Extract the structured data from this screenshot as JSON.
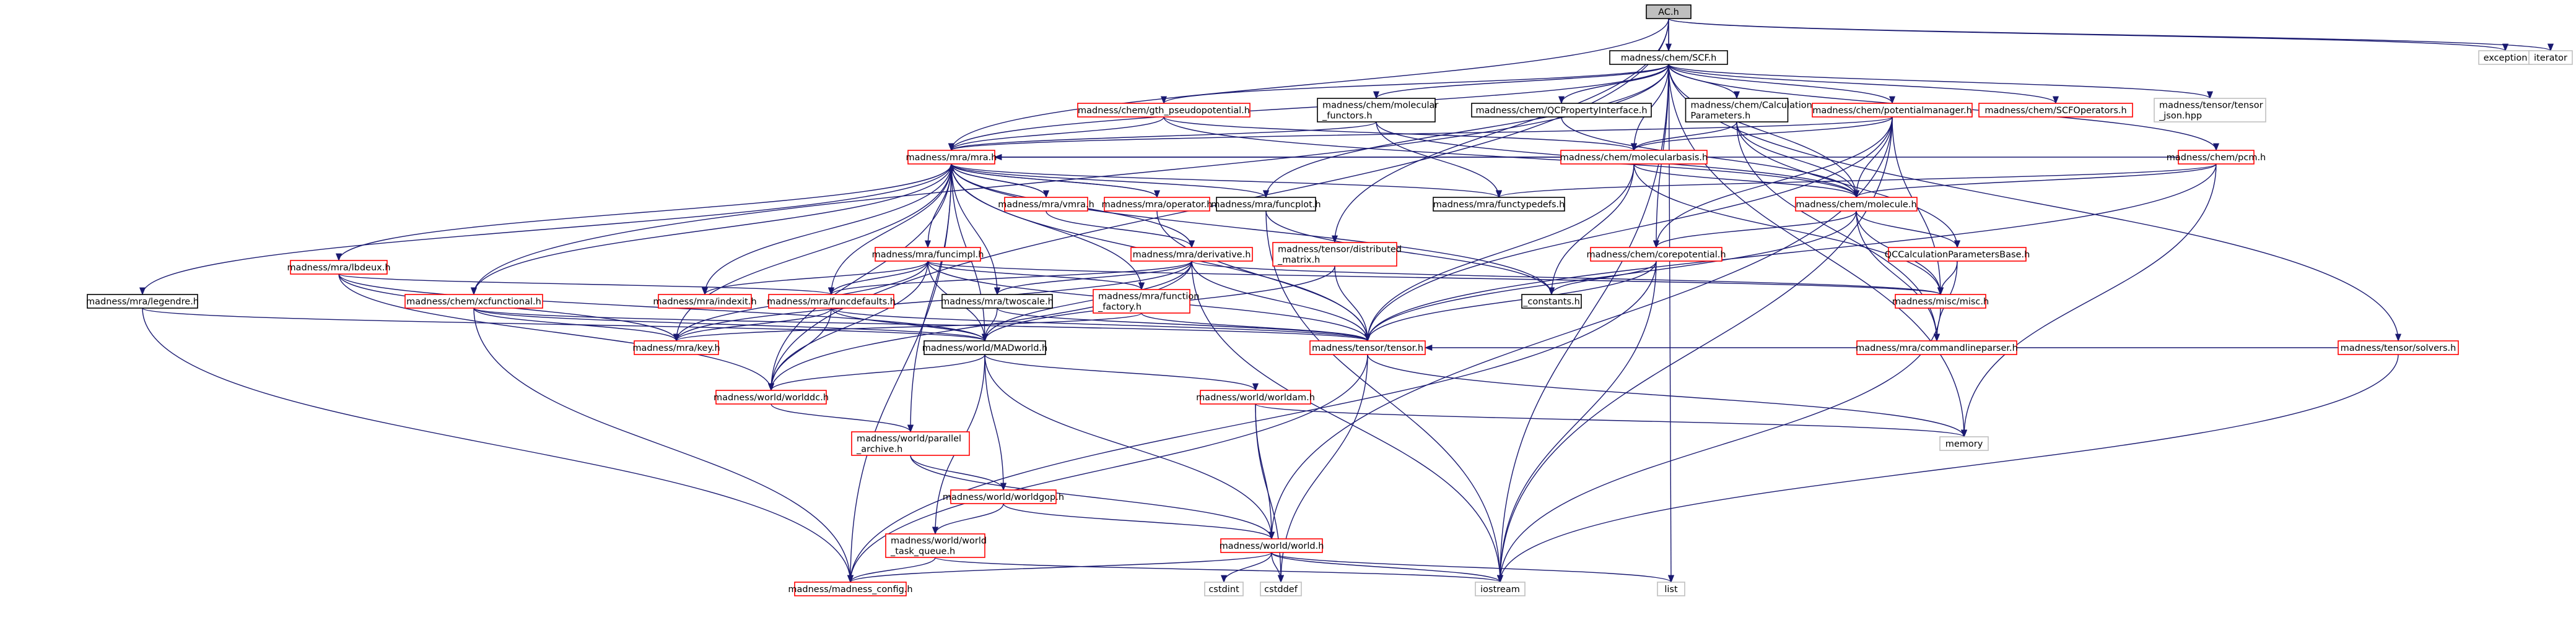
{
  "colors": {
    "edge": "#191970",
    "root_fill": "#bfbfbf",
    "root_border": "#000000",
    "linked_border": "#ff0000",
    "plain_border": "#000000",
    "external_border": "#bfbfbf",
    "text": "#000000"
  },
  "nodes": [
    {
      "id": "root",
      "kind": "root",
      "lines": [
        "AC.h"
      ]
    },
    {
      "id": "scf",
      "kind": "plain",
      "lines": [
        "madness/chem/SCF.h"
      ]
    },
    {
      "id": "exception",
      "kind": "external",
      "lines": [
        "exception"
      ]
    },
    {
      "id": "iterator",
      "kind": "external",
      "lines": [
        "iterator"
      ]
    },
    {
      "id": "gth",
      "kind": "linked",
      "lines": [
        "madness/chem/gth_pseudopotential.h"
      ]
    },
    {
      "id": "molfun",
      "kind": "plain",
      "lines": [
        "madness/chem/molecular",
        "_functors.h"
      ]
    },
    {
      "id": "qcprop",
      "kind": "plain",
      "lines": [
        "madness/chem/QCPropertyInterface.h"
      ]
    },
    {
      "id": "calcparam",
      "kind": "plain",
      "lines": [
        "madness/chem/Calculation",
        "Parameters.h"
      ]
    },
    {
      "id": "potman",
      "kind": "linked",
      "lines": [
        "madness/chem/potentialmanager.h"
      ]
    },
    {
      "id": "scfops",
      "kind": "linked",
      "lines": [
        "madness/chem/SCFOperators.h"
      ]
    },
    {
      "id": "tjson",
      "kind": "external",
      "lines": [
        "madness/tensor/tensor",
        "_json.hpp"
      ]
    },
    {
      "id": "mra",
      "kind": "linked",
      "lines": [
        "madness/mra/mra.h"
      ]
    },
    {
      "id": "molbasis",
      "kind": "linked",
      "lines": [
        "madness/chem/molecularbasis.h"
      ]
    },
    {
      "id": "pcm",
      "kind": "linked",
      "lines": [
        "madness/chem/pcm.h"
      ]
    },
    {
      "id": "vmra",
      "kind": "linked",
      "lines": [
        "madness/mra/vmra.h"
      ]
    },
    {
      "id": "operator",
      "kind": "linked",
      "lines": [
        "madness/mra/operator.h"
      ]
    },
    {
      "id": "funcplot",
      "kind": "plain",
      "lines": [
        "madness/mra/funcplot.h"
      ]
    },
    {
      "id": "functypedefs",
      "kind": "plain",
      "lines": [
        "madness/mra/functypedefs.h"
      ]
    },
    {
      "id": "molecule",
      "kind": "linked",
      "lines": [
        "madness/chem/molecule.h"
      ]
    },
    {
      "id": "tdm",
      "kind": "linked",
      "lines": [
        "madness/tensor/distributed",
        "_matrix.h"
      ]
    },
    {
      "id": "derivative",
      "kind": "linked",
      "lines": [
        "madness/mra/derivative.h"
      ]
    },
    {
      "id": "corepot",
      "kind": "linked",
      "lines": [
        "madness/chem/corepotential.h"
      ]
    },
    {
      "id": "qcbase",
      "kind": "linked",
      "lines": [
        "QCCalculationParametersBase.h"
      ]
    },
    {
      "id": "lbdeux",
      "kind": "linked",
      "lines": [
        "madness/mra/lbdeux.h"
      ]
    },
    {
      "id": "funcimpl",
      "kind": "linked",
      "lines": [
        "madness/mra/funcimpl.h"
      ]
    },
    {
      "id": "constants",
      "kind": "plain",
      "lines": [
        "_constants.h"
      ]
    },
    {
      "id": "misc",
      "kind": "linked",
      "lines": [
        "madness/misc/misc.h"
      ]
    },
    {
      "id": "legendre",
      "kind": "plain",
      "lines": [
        "madness/mra/legendre.h"
      ]
    },
    {
      "id": "xcfun",
      "kind": "linked",
      "lines": [
        "madness/chem/xcfunctional.h"
      ]
    },
    {
      "id": "indexit",
      "kind": "linked",
      "lines": [
        "madness/mra/indexit.h"
      ]
    },
    {
      "id": "funcdefaults",
      "kind": "linked",
      "lines": [
        "madness/mra/funcdefaults.h"
      ]
    },
    {
      "id": "twoscale",
      "kind": "plain",
      "lines": [
        "madness/mra/twoscale.h"
      ]
    },
    {
      "id": "funcfactory",
      "kind": "linked",
      "lines": [
        "madness/mra/function",
        "_factory.h"
      ]
    },
    {
      "id": "cmdparser",
      "kind": "linked",
      "lines": [
        "madness/mra/commandlineparser.h"
      ]
    },
    {
      "id": "tsolvers",
      "kind": "linked",
      "lines": [
        "madness/tensor/solvers.h"
      ]
    },
    {
      "id": "tensor",
      "kind": "linked",
      "lines": [
        "madness/tensor/tensor.h"
      ]
    },
    {
      "id": "key",
      "kind": "linked",
      "lines": [
        "madness/mra/key.h"
      ]
    },
    {
      "id": "madworld",
      "kind": "plain",
      "lines": [
        "madness/world/MADworld.h"
      ]
    },
    {
      "id": "worlddc",
      "kind": "linked",
      "lines": [
        "madness/world/worlddc.h"
      ]
    },
    {
      "id": "worldam",
      "kind": "linked",
      "lines": [
        "madness/world/worldam.h"
      ]
    },
    {
      "id": "memory",
      "kind": "external",
      "lines": [
        "memory"
      ]
    },
    {
      "id": "parchive",
      "kind": "linked",
      "lines": [
        "madness/world/parallel",
        "_archive.h"
      ]
    },
    {
      "id": "worldgop",
      "kind": "linked",
      "lines": [
        "madness/world/worldgop.h"
      ]
    },
    {
      "id": "wtq",
      "kind": "linked",
      "lines": [
        "madness/world/world",
        "_task_queue.h"
      ]
    },
    {
      "id": "world",
      "kind": "linked",
      "lines": [
        "madness/world/world.h"
      ]
    },
    {
      "id": "cstdint",
      "kind": "external",
      "lines": [
        "cstdint"
      ]
    },
    {
      "id": "cstddef",
      "kind": "external",
      "lines": [
        "cstddef"
      ]
    },
    {
      "id": "iostream",
      "kind": "external",
      "lines": [
        "iostream"
      ]
    },
    {
      "id": "list",
      "kind": "external",
      "lines": [
        "list"
      ]
    },
    {
      "id": "config",
      "kind": "linked",
      "lines": [
        "madness/madness_config.h"
      ]
    }
  ],
  "edges": [
    [
      "root",
      "scf"
    ],
    [
      "root",
      "exception"
    ],
    [
      "root",
      "iterator"
    ],
    [
      "root",
      "mra"
    ],
    [
      "root",
      "tdm"
    ],
    [
      "root",
      "worlddc"
    ],
    [
      "root",
      "list"
    ],
    [
      "scf",
      "gth"
    ],
    [
      "scf",
      "molfun"
    ],
    [
      "scf",
      "qcprop"
    ],
    [
      "scf",
      "calcparam"
    ],
    [
      "scf",
      "potman"
    ],
    [
      "scf",
      "scfops"
    ],
    [
      "scf",
      "tjson"
    ],
    [
      "scf",
      "mra"
    ],
    [
      "scf",
      "molbasis"
    ],
    [
      "scf",
      "pcm"
    ],
    [
      "scf",
      "molecule"
    ],
    [
      "scf",
      "funcplot"
    ],
    [
      "scf",
      "xcfun"
    ],
    [
      "scf",
      "tsolvers"
    ],
    [
      "scf",
      "memory"
    ],
    [
      "scf",
      "iostream"
    ],
    [
      "scf",
      "corepot"
    ],
    [
      "gth",
      "mra"
    ],
    [
      "gth",
      "molbasis"
    ],
    [
      "gth",
      "molecule"
    ],
    [
      "molfun",
      "mra"
    ],
    [
      "molfun",
      "functypedefs"
    ],
    [
      "molfun",
      "molecule"
    ],
    [
      "qcprop",
      "molecule"
    ],
    [
      "calcparam",
      "molbasis"
    ],
    [
      "calcparam",
      "molecule"
    ],
    [
      "calcparam",
      "qcbase"
    ],
    [
      "calcparam",
      "cmdparser"
    ],
    [
      "potman",
      "mra"
    ],
    [
      "potman",
      "molbasis"
    ],
    [
      "potman",
      "molecule"
    ],
    [
      "potman",
      "corepot"
    ],
    [
      "potman",
      "misc"
    ],
    [
      "potman",
      "tensor"
    ],
    [
      "potman",
      "world"
    ],
    [
      "potman",
      "iostream"
    ],
    [
      "mra",
      "vmra"
    ],
    [
      "mra",
      "operator"
    ],
    [
      "mra",
      "funcplot"
    ],
    [
      "mra",
      "functypedefs"
    ],
    [
      "mra",
      "derivative"
    ],
    [
      "mra",
      "lbdeux"
    ],
    [
      "mra",
      "funcimpl"
    ],
    [
      "mra",
      "legendre"
    ],
    [
      "mra",
      "indexit"
    ],
    [
      "mra",
      "funcdefaults"
    ],
    [
      "mra",
      "twoscale"
    ],
    [
      "mra",
      "funcfactory"
    ],
    [
      "mra",
      "key"
    ],
    [
      "mra",
      "madworld"
    ],
    [
      "mra",
      "worlddc"
    ],
    [
      "mra",
      "xcfun"
    ],
    [
      "mra",
      "tensor"
    ],
    [
      "mra",
      "parchive"
    ],
    [
      "mra",
      "config"
    ],
    [
      "mra",
      "constants"
    ],
    [
      "molbasis",
      "molecule"
    ],
    [
      "molbasis",
      "mra"
    ],
    [
      "molbasis",
      "constants"
    ],
    [
      "molbasis",
      "misc"
    ],
    [
      "molbasis",
      "tensor"
    ],
    [
      "pcm",
      "mra"
    ],
    [
      "pcm",
      "molecule"
    ],
    [
      "pcm",
      "functypedefs"
    ],
    [
      "pcm",
      "memory"
    ],
    [
      "pcm",
      "tensor"
    ],
    [
      "vmra",
      "mra"
    ],
    [
      "vmra",
      "derivative"
    ],
    [
      "operator",
      "mra"
    ],
    [
      "operator",
      "tensor"
    ],
    [
      "funcplot",
      "constants"
    ],
    [
      "funcplot",
      "iostream"
    ],
    [
      "molecule",
      "corepot"
    ],
    [
      "molecule",
      "misc"
    ],
    [
      "molecule",
      "qcbase"
    ],
    [
      "molecule",
      "cmdparser"
    ],
    [
      "molecule",
      "tensor"
    ],
    [
      "tdm",
      "madworld"
    ],
    [
      "tdm",
      "tensor"
    ],
    [
      "derivative",
      "funcdefaults"
    ],
    [
      "derivative",
      "madworld"
    ],
    [
      "derivative",
      "tensor"
    ],
    [
      "derivative",
      "twoscale"
    ],
    [
      "derivative",
      "key"
    ],
    [
      "derivative",
      "misc"
    ],
    [
      "derivative",
      "iostream"
    ],
    [
      "derivative",
      "worlddc"
    ],
    [
      "corepot",
      "constants"
    ],
    [
      "corepot",
      "tensor"
    ],
    [
      "corepot",
      "iostream"
    ],
    [
      "corepot",
      "config"
    ],
    [
      "qcbase",
      "misc"
    ],
    [
      "qcbase",
      "cmdparser"
    ],
    [
      "lbdeux",
      "funcdefaults"
    ],
    [
      "lbdeux",
      "key"
    ],
    [
      "lbdeux",
      "worlddc"
    ],
    [
      "lbdeux",
      "madworld"
    ],
    [
      "funcimpl",
      "funcfactory"
    ],
    [
      "funcimpl",
      "indexit"
    ],
    [
      "funcimpl",
      "funcdefaults"
    ],
    [
      "funcimpl",
      "tensor"
    ],
    [
      "funcimpl",
      "misc"
    ],
    [
      "funcimpl",
      "key"
    ],
    [
      "funcimpl",
      "madworld"
    ],
    [
      "funcimpl",
      "worlddc"
    ],
    [
      "legendre",
      "madworld"
    ],
    [
      "legendre",
      "config"
    ],
    [
      "xcfun",
      "tensor"
    ],
    [
      "xcfun",
      "madworld"
    ],
    [
      "xcfun",
      "key"
    ],
    [
      "xcfun",
      "config"
    ],
    [
      "funcdefaults",
      "madworld"
    ],
    [
      "funcdefaults",
      "key"
    ],
    [
      "funcdefaults",
      "tensor"
    ],
    [
      "funcdefaults",
      "worlddc"
    ],
    [
      "twoscale",
      "madworld"
    ],
    [
      "twoscale",
      "tensor"
    ],
    [
      "funcfactory",
      "tensor"
    ],
    [
      "funcfactory",
      "key"
    ],
    [
      "tsolvers",
      "tensor"
    ],
    [
      "tsolvers",
      "iostream"
    ],
    [
      "misc",
      "iostream"
    ],
    [
      "tensor",
      "memory"
    ],
    [
      "tensor",
      "cstddef"
    ],
    [
      "tensor",
      "config"
    ],
    [
      "madworld",
      "worlddc"
    ],
    [
      "madworld",
      "worldam"
    ],
    [
      "madworld",
      "world"
    ],
    [
      "madworld",
      "worldgop"
    ],
    [
      "madworld",
      "wtq"
    ],
    [
      "worlddc",
      "parchive"
    ],
    [
      "worldam",
      "world"
    ],
    [
      "worldam",
      "memory"
    ],
    [
      "worldam",
      "cstddef"
    ],
    [
      "parchive",
      "worldgop"
    ],
    [
      "parchive",
      "world"
    ],
    [
      "worldgop",
      "world"
    ],
    [
      "worldgop",
      "wtq"
    ],
    [
      "wtq",
      "config"
    ],
    [
      "wtq",
      "iostream"
    ],
    [
      "world",
      "cstdint"
    ],
    [
      "world",
      "cstddef"
    ],
    [
      "world",
      "iostream"
    ],
    [
      "world",
      "list"
    ],
    [
      "world",
      "config"
    ]
  ]
}
